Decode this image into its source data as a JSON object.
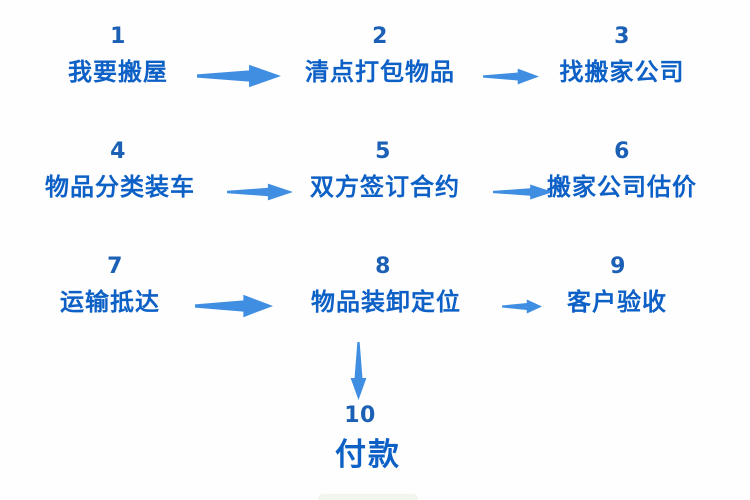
{
  "diagram": {
    "description": "house-moving process flowchart",
    "steps": [
      {
        "number": "1",
        "label": "我要搬屋"
      },
      {
        "number": "2",
        "label": "清点打包物品"
      },
      {
        "number": "3",
        "label": "找搬家公司"
      },
      {
        "number": "4",
        "label": "物品分类装车"
      },
      {
        "number": "5",
        "label": "双方签订合约"
      },
      {
        "number": "6",
        "label": "搬家公司估价"
      },
      {
        "number": "7",
        "label": "运输抵达"
      },
      {
        "number": "8",
        "label": "物品装卸定位"
      },
      {
        "number": "9",
        "label": "客户验收"
      },
      {
        "number": "10",
        "label": "付款"
      }
    ],
    "arrows": [
      {
        "from": "1",
        "to": "2",
        "direction": "right"
      },
      {
        "from": "2",
        "to": "3",
        "direction": "right"
      },
      {
        "from": "4",
        "to": "5",
        "direction": "right"
      },
      {
        "from": "5",
        "to": "6",
        "direction": "right"
      },
      {
        "from": "7",
        "to": "8",
        "direction": "right"
      },
      {
        "from": "8",
        "to": "9",
        "direction": "right"
      },
      {
        "from": "8",
        "to": "10",
        "direction": "down"
      }
    ]
  },
  "colors": {
    "label": "#0d60c6",
    "number": "#1c60b6",
    "arrow": "#3f8ee2",
    "background": "#fefefe"
  }
}
